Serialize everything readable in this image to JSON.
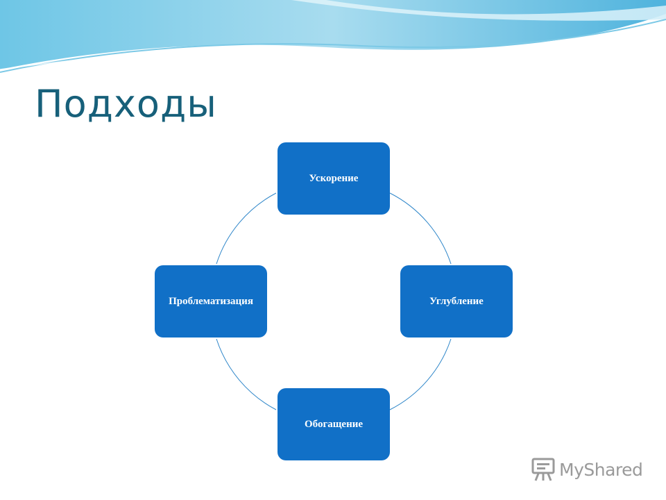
{
  "slide": {
    "title": "Подходы"
  },
  "cycle": {
    "nodes": [
      {
        "label": "Ускорение"
      },
      {
        "label": "Углубление"
      },
      {
        "label": "Обогащение"
      },
      {
        "label": "Проблематизация"
      }
    ],
    "node_color": "#1170c7",
    "connector_color": "#2e86c9"
  },
  "watermark": {
    "text": "MyShared",
    "icon": "presentation-board-icon"
  },
  "colors": {
    "title": "#17607a",
    "wave_light": "#bfe6f2",
    "wave_dark": "#5bb8dc"
  }
}
